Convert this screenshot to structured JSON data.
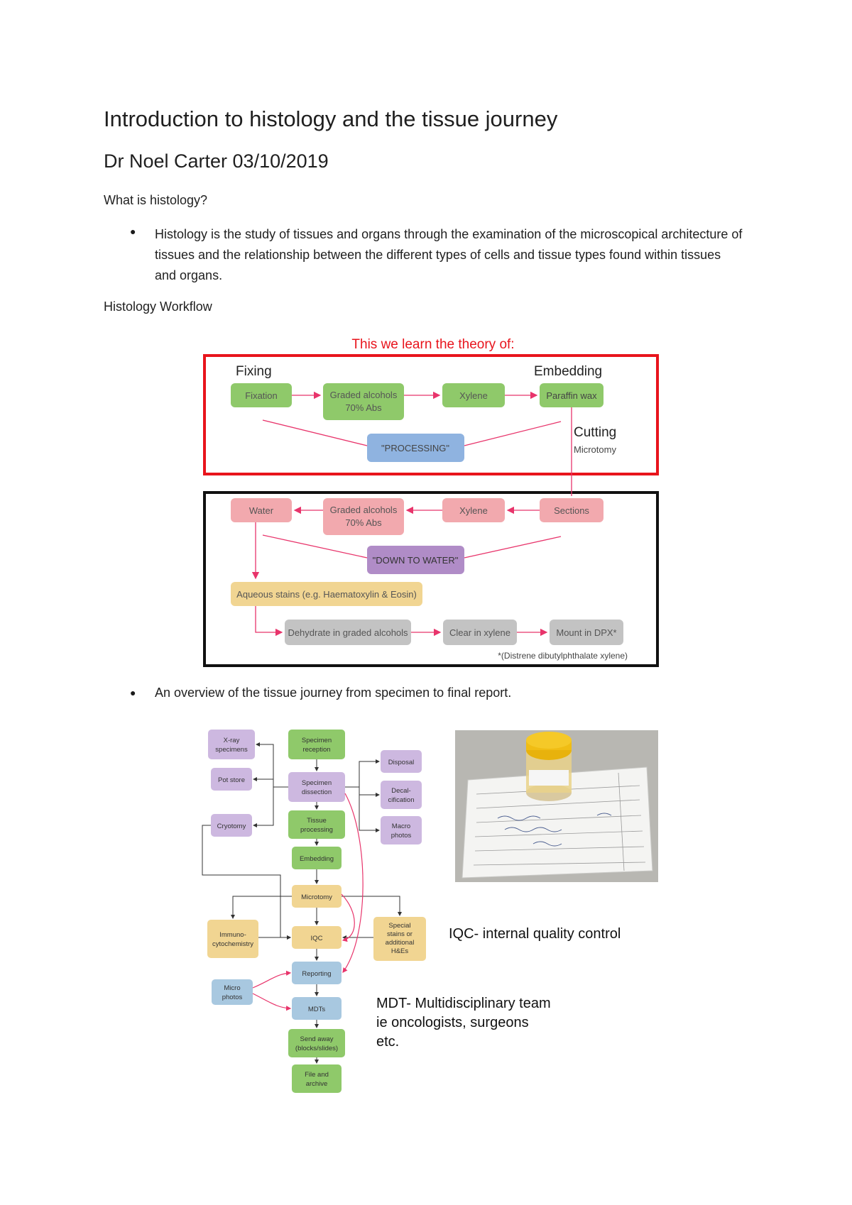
{
  "document": {
    "title": "Introduction to histology and the tissue journey",
    "author_date": "Dr Noel Carter 03/10/2019",
    "question": "What is histology?",
    "bullet1": "Histology is the study of tissues and organs through the examination of the microscopical architecture of tissues and the relationship between the different types of cells and tissue types found within tissues and organs.",
    "workflow_heading": "Histology Workflow",
    "bullet2": "An overview of the tissue journey from specimen to final report."
  },
  "workflow_diagram": {
    "header": "This we learn the theory of:",
    "fixing": "Fixing",
    "embedding": "Embedding",
    "cutting": "Cutting",
    "microtomy": "Microtomy",
    "fixation": "Fixation",
    "graded_alcohols_1": "Graded alcohols",
    "abs_1": "70% Abs",
    "xylene_1": "Xylene",
    "paraffin_wax": "Paraffin wax",
    "processing": "\"PROCESSING\"",
    "water": "Water",
    "graded_alcohols_2": "Graded alcohols",
    "abs_2": "70% Abs",
    "xylene_2": "Xylene",
    "sections": "Sections",
    "down_to_water": "\"DOWN TO WATER\"",
    "aqueous_stains": "Aqueous stains (e.g. Haematoxylin & Eosin)",
    "dehydrate": "Dehydrate in graded alcohols",
    "clear_in_xylene": "Clear in xylene",
    "mount_in_dpx": "Mount in DPX*",
    "footnote": "*(Distrene dibutylphthalate xylene)"
  },
  "journey_diagram": {
    "xray_1": "X-ray",
    "xray_2": "specimens",
    "pot_store": "Pot store",
    "cryotomy": "Cryotomy",
    "specimen_reception_1": "Specimen",
    "specimen_reception_2": "reception",
    "specimen_dissection_1": "Specimen",
    "specimen_dissection_2": "dissection",
    "tissue_processing_1": "Tissue",
    "tissue_processing_2": "processing",
    "embedding": "Embedding",
    "microtomy": "Microtomy",
    "iqc": "IQC",
    "reporting": "Reporting",
    "mdts": "MDTs",
    "send_away_1": "Send away",
    "send_away_2": "(blocks/slides)",
    "file_archive_1": "File and",
    "file_archive_2": "archive",
    "disposal": "Disposal",
    "decalcification_1": "Decal-",
    "decalcification_2": "cification",
    "macro_photos_1": "Macro",
    "macro_photos_2": "photos",
    "immuno_1": "Immuno-",
    "immuno_2": "cytochemistry",
    "special_stains_1": "Special",
    "special_stains_2": "stains or",
    "special_stains_3": "additional",
    "special_stains_4": "H&Es",
    "micro_photos_1": "Micro",
    "micro_photos_2": "photos",
    "iqc_note": "IQC- internal quality control",
    "mdt_note_1": "MDT- Multidisciplinary team",
    "mdt_note_2": "ie oncologists, surgeons",
    "mdt_note_3": "etc."
  },
  "colors": {
    "green": "#8fc96a",
    "pink": "#f2a9ae",
    "purple": "#b08cc7",
    "blue": "#8fb3e0",
    "yellow": "#f1d592",
    "grey": "#c3c3c3",
    "red_frame": "#e8141c",
    "arrow": "#e8346b",
    "lavender": "#cdb8e0",
    "light_blue": "#a8c8e0"
  }
}
